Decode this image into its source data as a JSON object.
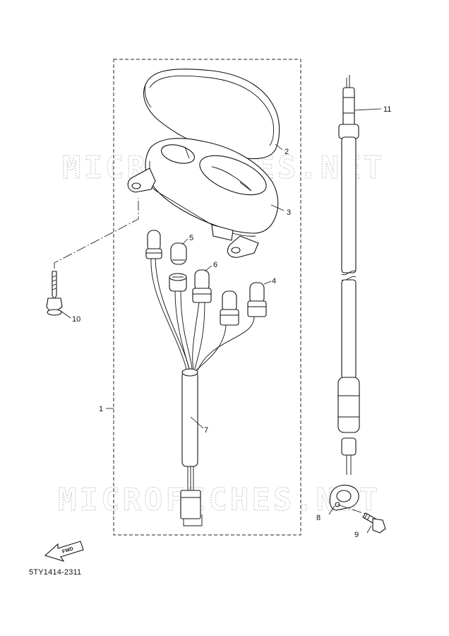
{
  "diagram_code": "5TY1414-2311",
  "watermark": "MICROFICHES.NET",
  "fwd_label": "FWD",
  "callouts": {
    "c1": "1",
    "c2": "2",
    "c3": "3",
    "c4": "4",
    "c5": "5",
    "c6": "6",
    "c7": "7",
    "c8": "8",
    "c9": "9",
    "c10": "10",
    "c11": "11"
  }
}
